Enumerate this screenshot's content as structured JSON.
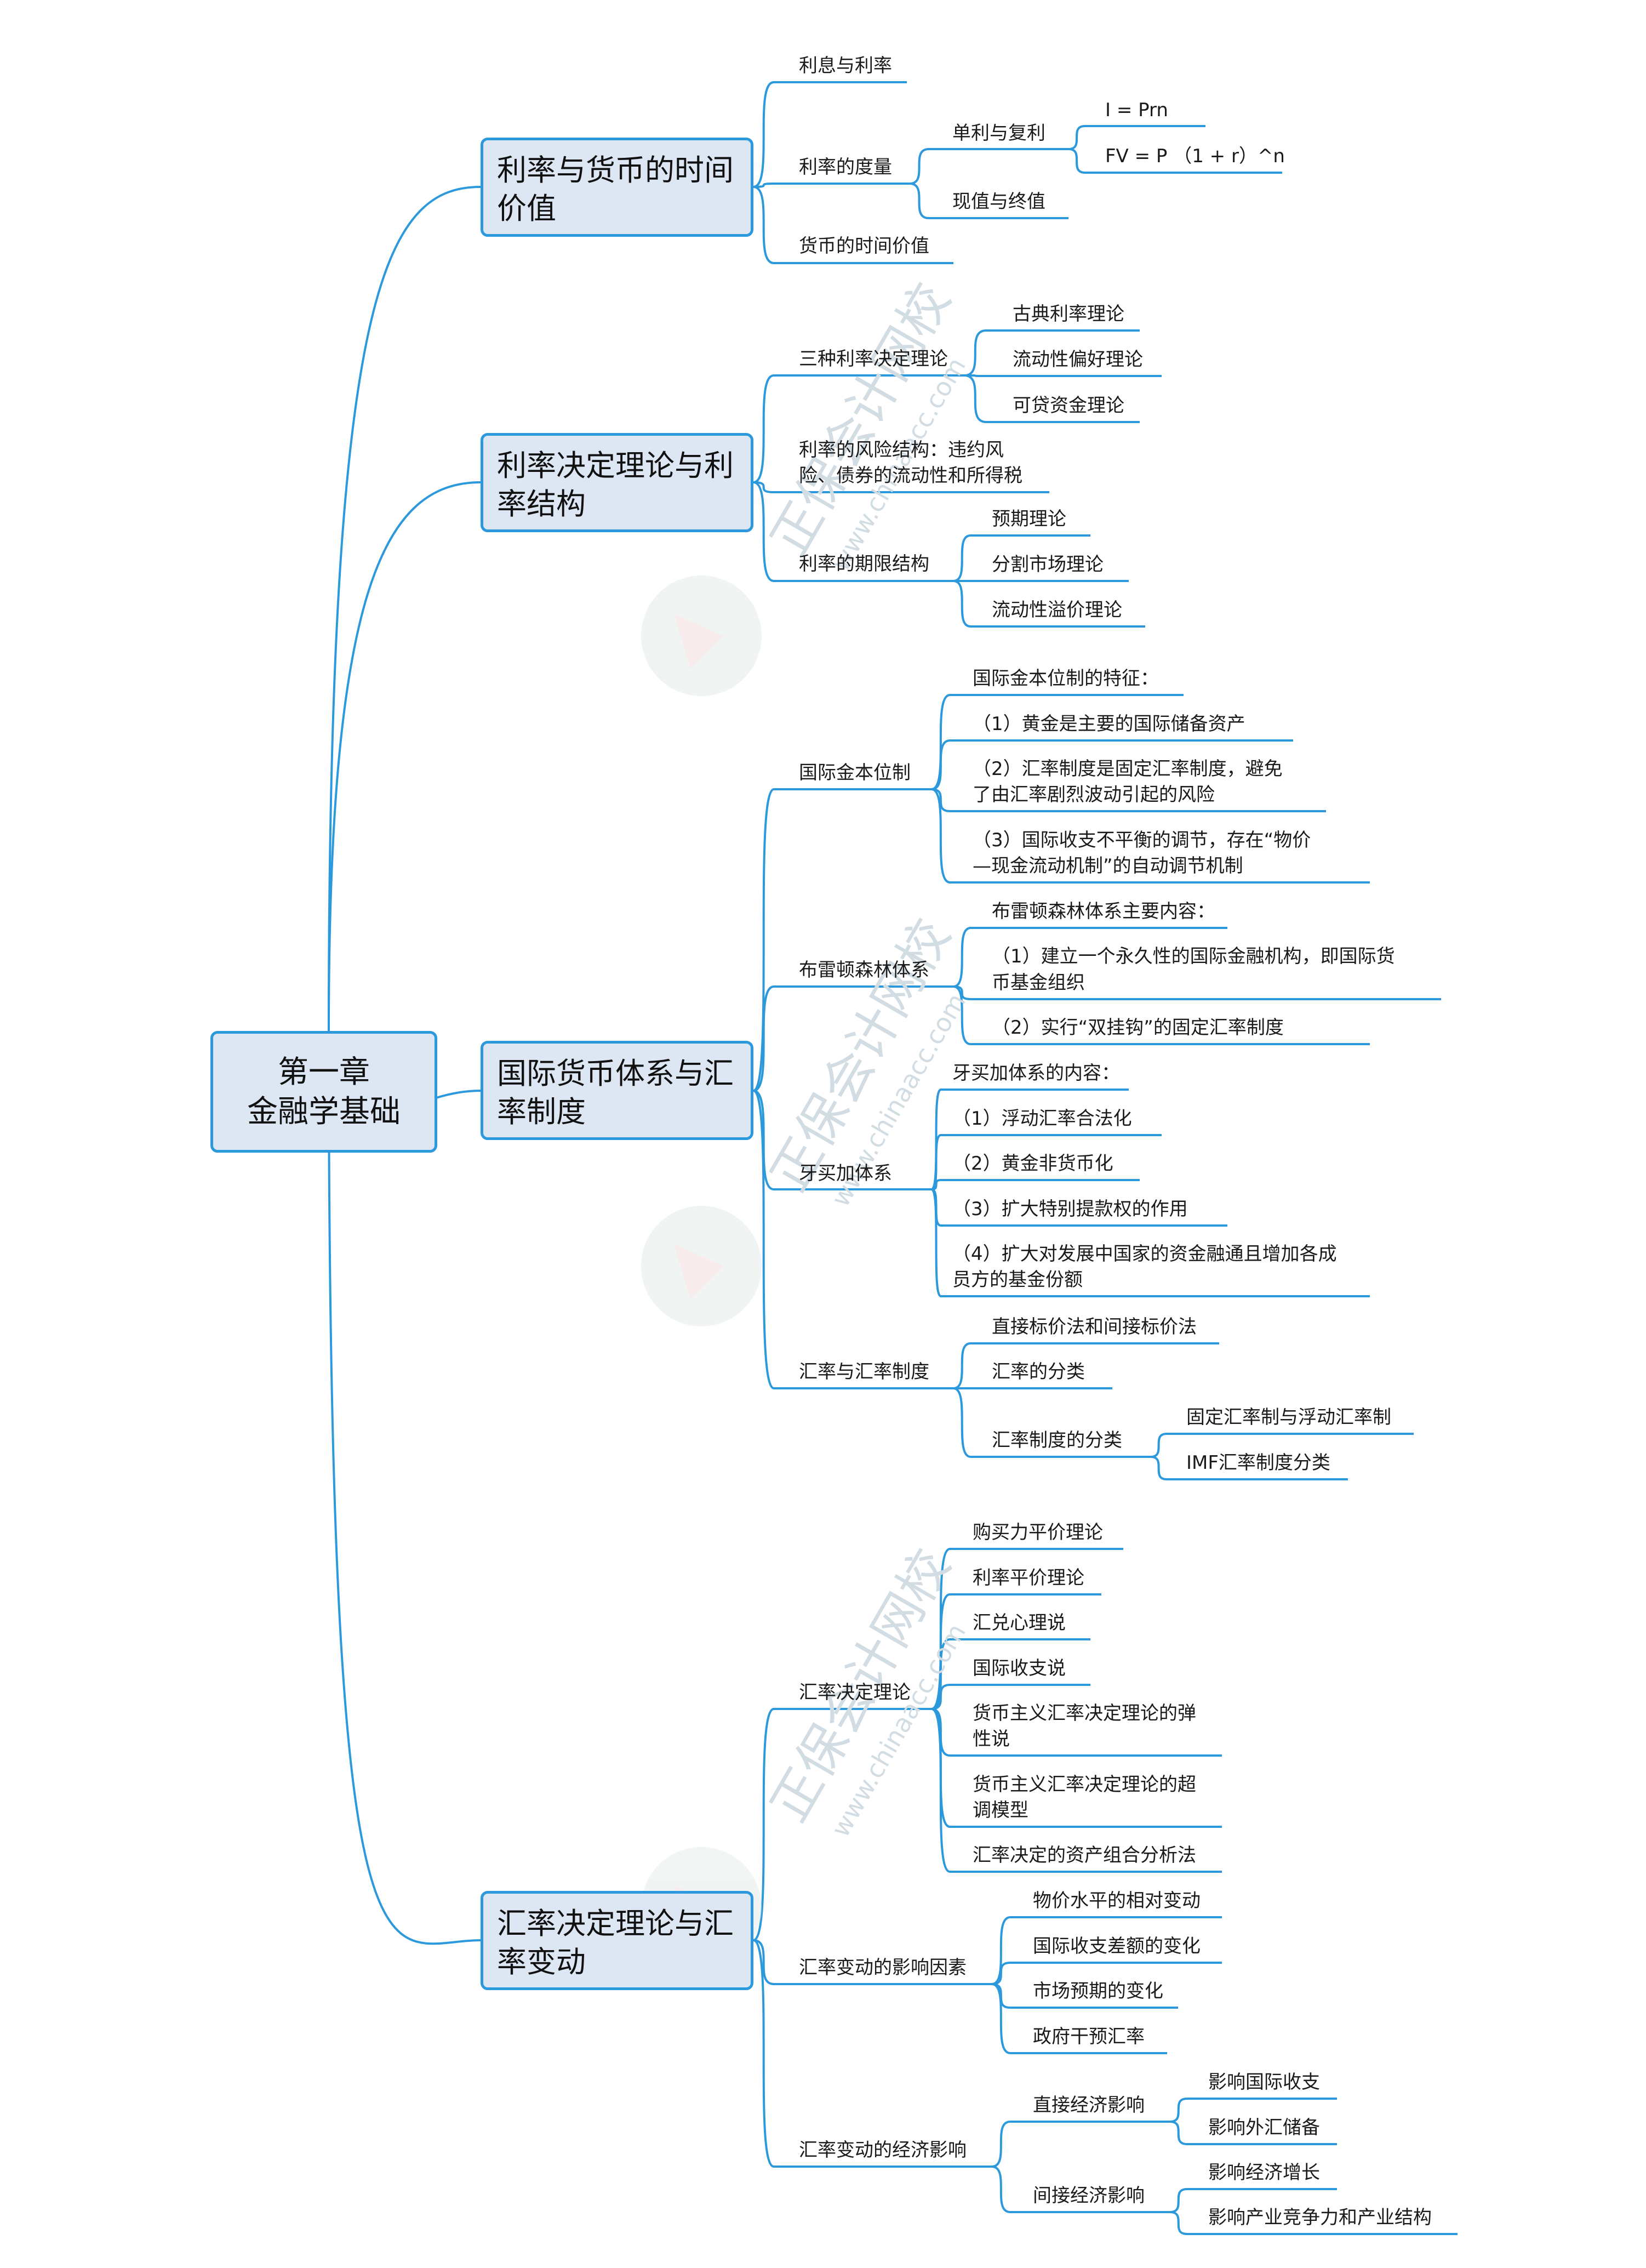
{
  "root": [
    "第一章",
    "金融学基础"
  ],
  "sections": [
    {
      "title": [
        "利率与货币的时间",
        "价值"
      ]
    },
    {
      "title": [
        "利率决定理论与利",
        "率结构"
      ]
    },
    {
      "title": [
        "国际货币体系与汇",
        "率制度"
      ]
    },
    {
      "title": [
        "汇率决定理论与汇",
        "率变动"
      ]
    }
  ],
  "leaves": [
    "利息与利率",
    "利率的度量",
    "单利与复利",
    "I = Prn",
    "FV = P （1 + r）^n",
    "现值与终值",
    "货币的时间价值",
    "三种利率决定理论",
    "古典利率理论",
    "流动性偏好理论",
    "可贷资金理论",
    "利率的风险结构：违约风",
    "险、债券的流动性和所得税",
    "利率的期限结构",
    "预期理论",
    "分割市场理论",
    "流动性溢价理论",
    "国际金本位制",
    "国际金本位制的特征：",
    "（1）黄金是主要的国际储备资产",
    "（2）汇率制度是固定汇率制度，避免",
    "了由汇率剧烈波动引起的风险",
    "（3）国际收支不平衡的调节，存在“物价",
    "—现金流动机制”的自动调节机制",
    "布雷顿森林体系",
    "布雷顿森林体系主要内容：",
    "（1）建立一个永久性的国际金融机构，即国际货",
    "币基金组织",
    "（2）实行“双挂钩”的固定汇率制度",
    "牙买加体系",
    "牙买加体系的内容：",
    "（1）浮动汇率合法化",
    "（2）黄金非货币化",
    "（3）扩大特别提款权的作用",
    "（4）扩大对发展中国家的资金融通且增加各成",
    "员方的基金份额",
    "汇率与汇率制度",
    "直接标价法和间接标价法",
    "汇率的分类",
    "汇率制度的分类",
    "固定汇率制与浮动汇率制",
    "IMF汇率制度分类",
    "汇率决定理论",
    "购买力平价理论",
    "利率平价理论",
    "汇兑心理说",
    "国际收支说",
    "货币主义汇率决定理论的弹",
    "性说",
    "货币主义汇率决定理论的超",
    "调模型",
    "汇率决定的资产组合分析法",
    "汇率变动的影响因素",
    "物价水平的相对变动",
    "国际收支差额的变化",
    "市场预期的变化",
    "政府干预汇率",
    "汇率变动的经济影响",
    "直接经济影响",
    "影响国际收支",
    "影响外汇储备",
    "间接经济影响",
    "影响经济增长",
    "影响产业竞争力和产业结构"
  ],
  "watermark": {
    "brand": "正保会计网校",
    "url": "www.chinaacc.com",
    "color": "#c8d4dc"
  },
  "colors": {
    "line": "#2b99dc",
    "box_fill": "#dde7f3",
    "box_border": "#2b99dc"
  }
}
